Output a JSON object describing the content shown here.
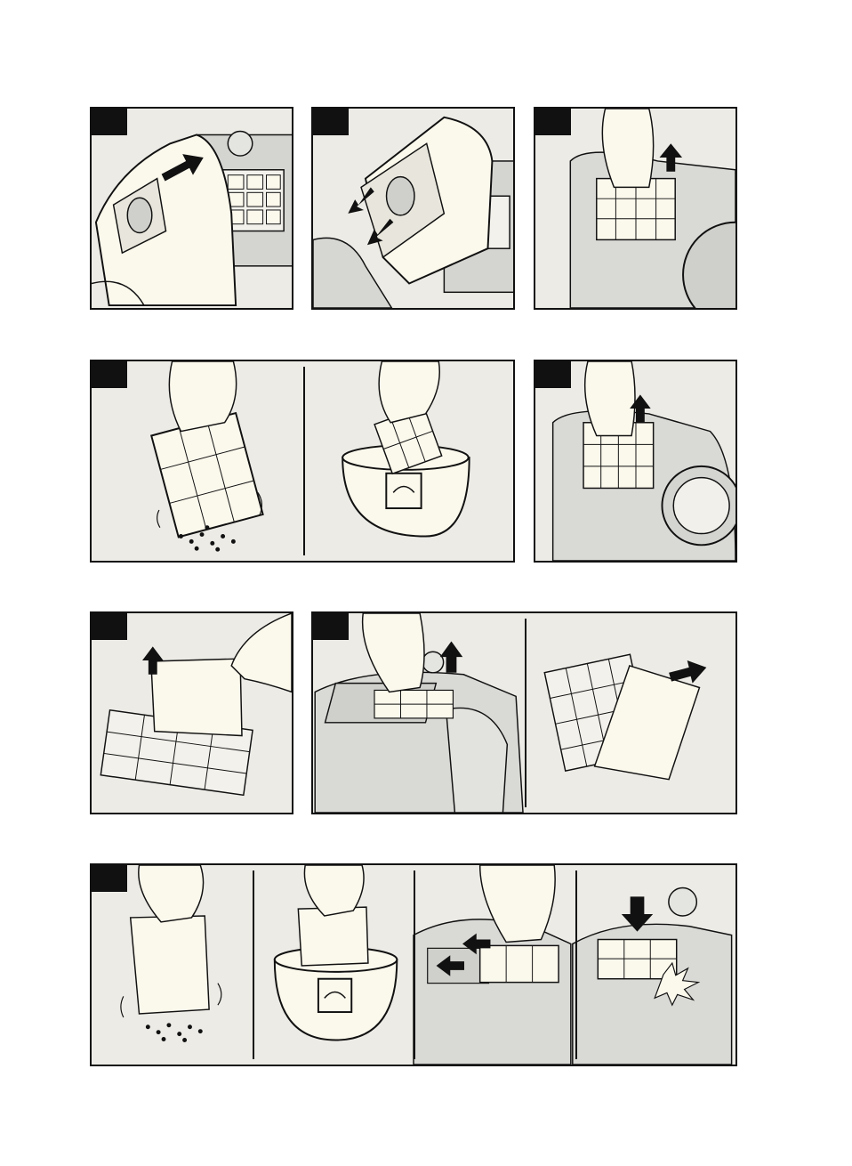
{
  "page": {
    "step_labels": [
      "",
      "",
      "",
      "",
      "",
      "",
      "",
      ""
    ]
  },
  "colors": {
    "panel_bg": "#ecebe6",
    "paper": "#fbf8ec",
    "ink": "#111111",
    "machine": "#d9d9d6"
  },
  "illustrations": [
    {
      "icon": "dust-bag-removal-illustration"
    },
    {
      "icon": "dust-bag-insert-illustration"
    },
    {
      "icon": "filter-lift-out-illustration"
    },
    {
      "icon": "filter-tap-out-and-wash-illustration"
    },
    {
      "icon": "filter-lift-out-illustration"
    },
    {
      "icon": "filter-pad-removal-illustration"
    },
    {
      "icon": "exhaust-filter-removal-illustration"
    },
    {
      "icon": "filter-clean-wash-refit-illustration"
    }
  ]
}
